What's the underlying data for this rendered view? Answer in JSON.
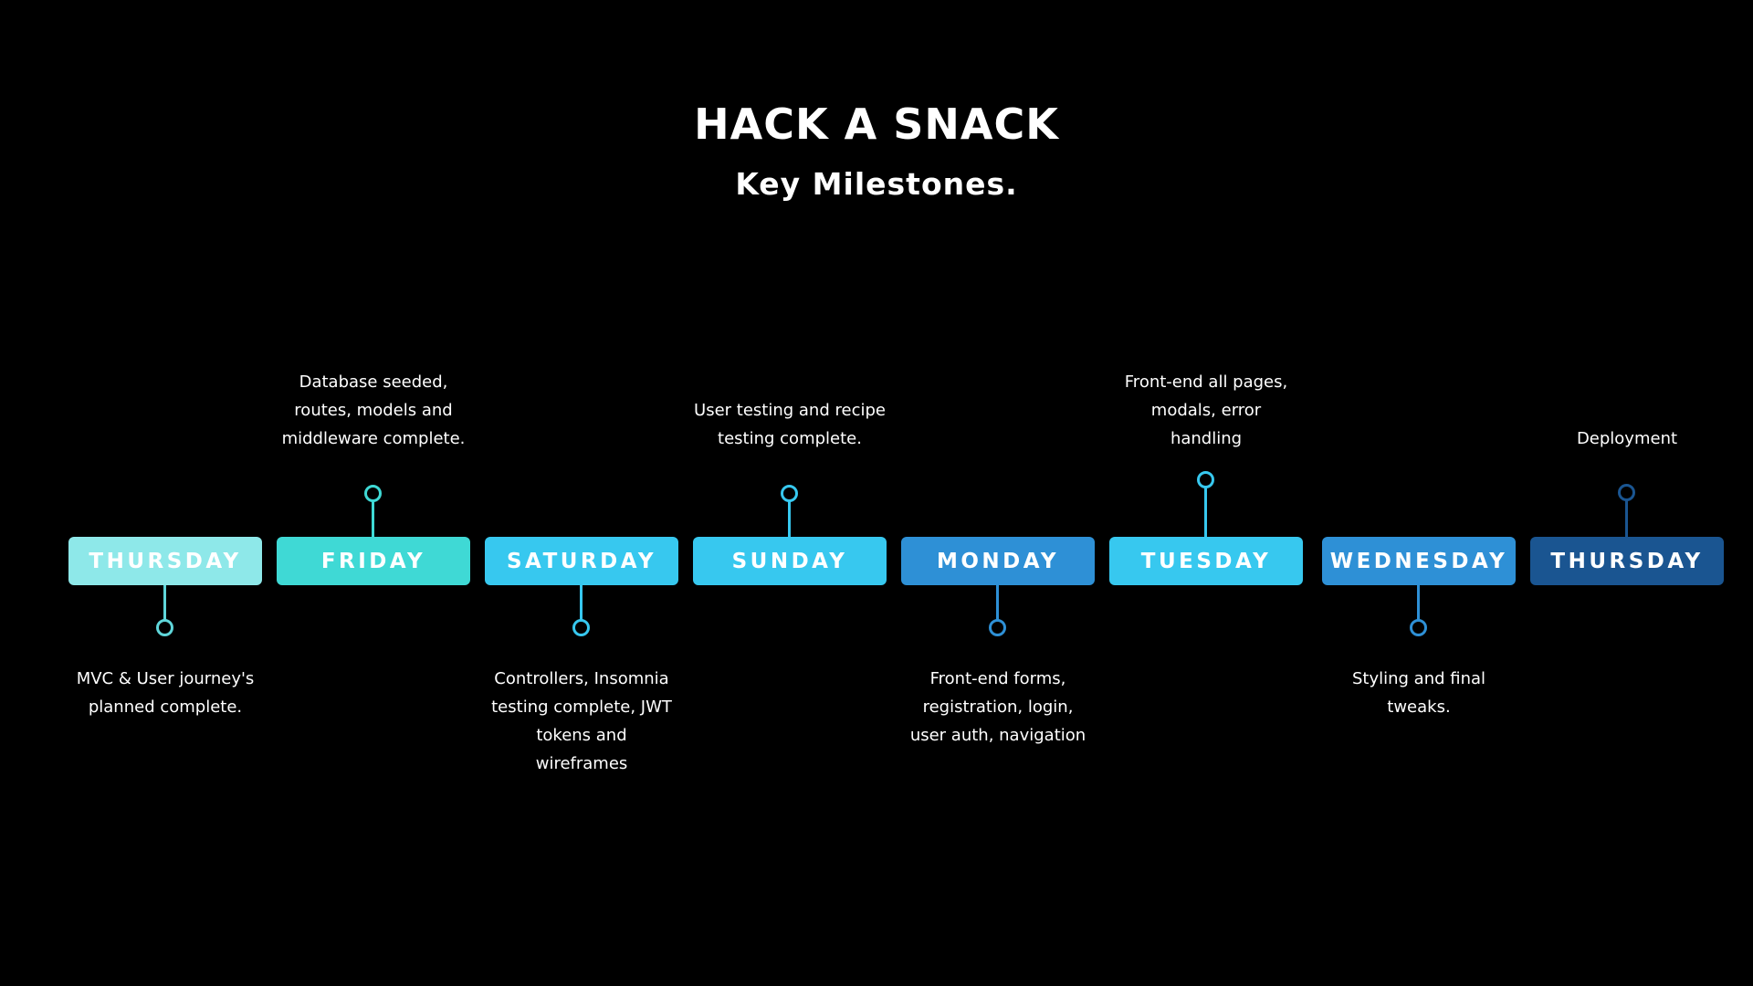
{
  "title": "HACK A SNACK",
  "subtitle": "Key Milestones.",
  "milestones": [
    {
      "day": "THURSDAY",
      "position": "below",
      "text": "MVC & User journey's\nplanned complete.",
      "color": "#8EE8E9",
      "line_color": "#5FD6DA"
    },
    {
      "day": "FRIDAY",
      "position": "above",
      "text": "Database seeded,\nroutes, models and\nmiddleware complete.",
      "color": "#3FD9D5",
      "line_color": "#3FD9D5"
    },
    {
      "day": "SATURDAY",
      "position": "below",
      "text": "Controllers, Insomnia\ntesting complete, JWT\ntokens and\nwireframes",
      "color": "#37C8EF",
      "line_color": "#37C8EF"
    },
    {
      "day": "SUNDAY",
      "position": "above",
      "text": "User testing and recipe\ntesting complete.",
      "color": "#37C8EF",
      "line_color": "#37C8EF"
    },
    {
      "day": "MONDAY",
      "position": "below",
      "text": "Front-end forms,\nregistration, login,\nuser auth, navigation",
      "color": "#2E90D6",
      "line_color": "#2E90D6"
    },
    {
      "day": "TUESDAY",
      "position": "above",
      "text": "Front-end all pages,\nmodals, error\nhandling",
      "color": "#37C8EF",
      "line_color": "#37C8EF"
    },
    {
      "day": "WEDNESDAY",
      "position": "below",
      "text": "Styling and final\ntweaks.",
      "color": "#2E90D6",
      "line_color": "#2E90D6"
    },
    {
      "day": "THURSDAY",
      "position": "above",
      "text": "Deployment",
      "color": "#1A5591",
      "line_color": "#1A5591"
    }
  ]
}
